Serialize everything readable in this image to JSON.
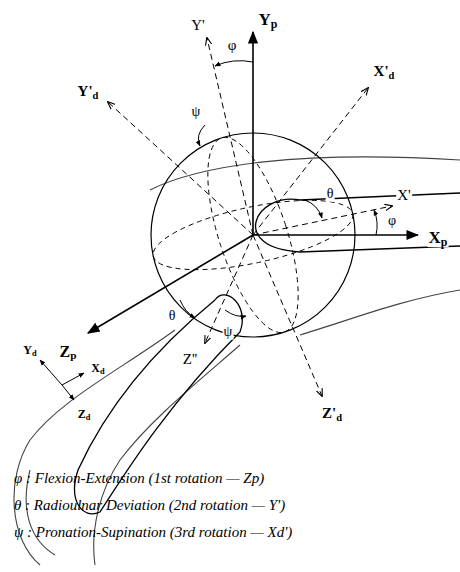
{
  "diagram": {
    "labels": [
      "Yp",
      "Y'",
      "φ",
      "X'd",
      "Y'd",
      "ψ",
      "X'",
      "θ",
      "φ",
      "Xp",
      "θ",
      "ψ",
      "Z''",
      "Z'd",
      "Yd",
      "Zp",
      "Xd",
      "Zd",
      "φ : Flexion-Extension (1st rotation — Zp)",
      "θ : Radioulnar Deviation (2nd rotation — Y')",
      "ψ : Pronation-Supination (3rd rotation — Xd')"
    ]
  }
}
